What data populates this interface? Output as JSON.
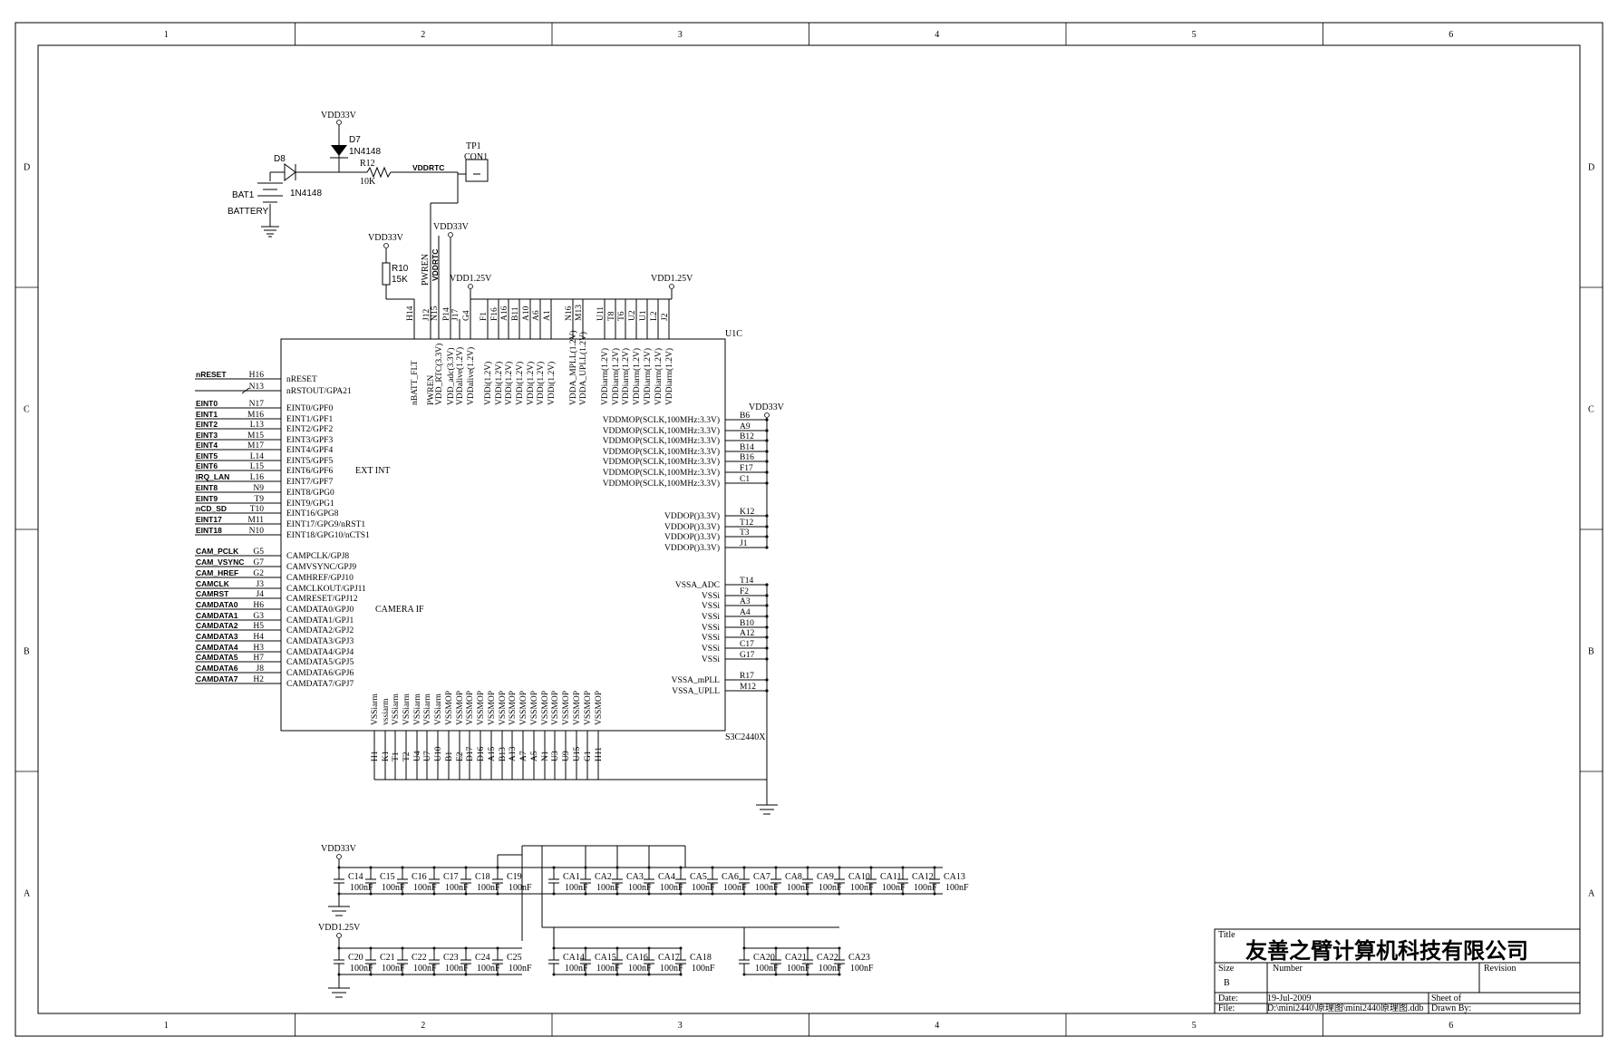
{
  "frame": {
    "columns": [
      "1",
      "2",
      "3",
      "4",
      "5",
      "6"
    ],
    "rows": [
      "D",
      "C",
      "B",
      "A"
    ]
  },
  "power": {
    "vdd33": "VDD33V",
    "vdd125": "VDD1.25V",
    "vddrtc": "VDDRTC",
    "pwren": "PWREN"
  },
  "rtc": {
    "d7": "D7",
    "d7_part": "1N4148",
    "d8": "D8",
    "d8_part": "1N4148",
    "r12": "R12",
    "r12_val": "10K",
    "bat": "BAT1",
    "bat_val": "BATTERY",
    "tp": "TP1",
    "tp_val": "CON1",
    "r10": "R10",
    "r10_val": "15K"
  },
  "chip": {
    "ref": "U1C",
    "part": "S3C2440X",
    "ext_int": "EXT INT",
    "camera_if": "CAMERA IF"
  },
  "left_pins": [
    {
      "net": "nRESET",
      "num": "H16",
      "name": "nRESET"
    },
    {
      "net": "",
      "num": "N13",
      "name": "nRSTOUT/GPA21"
    },
    {
      "net": "EINT0",
      "num": "N17",
      "name": "EINT0/GPF0"
    },
    {
      "net": "EINT1",
      "num": "M16",
      "name": "EINT1/GPF1"
    },
    {
      "net": "EINT2",
      "num": "L13",
      "name": "EINT2/GPF2"
    },
    {
      "net": "EINT3",
      "num": "M15",
      "name": "EINT3/GPF3"
    },
    {
      "net": "EINT4",
      "num": "M17",
      "name": "EINT4/GPF4"
    },
    {
      "net": "EINT5",
      "num": "L14",
      "name": "EINT5/GPF5"
    },
    {
      "net": "EINT6",
      "num": "L15",
      "name": "EINT6/GPF6"
    },
    {
      "net": "IRQ_LAN",
      "num": "L16",
      "name": "EINT7/GPF7"
    },
    {
      "net": "EINT8",
      "num": "N9",
      "name": "EINT8/GPG0"
    },
    {
      "net": "EINT9",
      "num": "T9",
      "name": "EINT9/GPG1"
    },
    {
      "net": "nCD_SD",
      "num": "T10",
      "name": "EINT16/GPG8"
    },
    {
      "net": "EINT17",
      "num": "M11",
      "name": "EINT17/GPG9/nRST1"
    },
    {
      "net": "EINT18",
      "num": "N10",
      "name": "EINT18/GPG10/nCTS1"
    },
    {
      "net": "CAM_PCLK",
      "num": "G5",
      "name": "CAMPCLK/GPJ8"
    },
    {
      "net": "CAM_VSYNC",
      "num": "G7",
      "name": "CAMVSYNC/GPJ9"
    },
    {
      "net": "CAM_HREF",
      "num": "G2",
      "name": "CAMHREF/GPJ10"
    },
    {
      "net": "CAMCLK",
      "num": "J3",
      "name": "CAMCLKOUT/GPJ11"
    },
    {
      "net": "CAMRST",
      "num": "J4",
      "name": "CAMRESET/GPJ12"
    },
    {
      "net": "CAMDATA0",
      "num": "H6",
      "name": "CAMDATA0/GPJ0"
    },
    {
      "net": "CAMDATA1",
      "num": "G3",
      "name": "CAMDATA1/GPJ1"
    },
    {
      "net": "CAMDATA2",
      "num": "H5",
      "name": "CAMDATA2/GPJ2"
    },
    {
      "net": "CAMDATA3",
      "num": "H4",
      "name": "CAMDATA3/GPJ3"
    },
    {
      "net": "CAMDATA4",
      "num": "H3",
      "name": "CAMDATA4/GPJ4"
    },
    {
      "net": "CAMDATA5",
      "num": "H7",
      "name": "CAMDATA5/GPJ5"
    },
    {
      "net": "CAMDATA6",
      "num": "J8",
      "name": "CAMDATA6/GPJ6"
    },
    {
      "net": "CAMDATA7",
      "num": "H2",
      "name": "CAMDATA7/GPJ7"
    }
  ],
  "right_pins": [
    {
      "num": "B6",
      "name": "VDDMOP(SCLK,100MHz:3.3V)"
    },
    {
      "num": "A9",
      "name": "VDDMOP(SCLK,100MHz:3.3V)"
    },
    {
      "num": "B12",
      "name": "VDDMOP(SCLK,100MHz:3.3V)"
    },
    {
      "num": "B14",
      "name": "VDDMOP(SCLK,100MHz:3.3V)"
    },
    {
      "num": "B16",
      "name": "VDDMOP(SCLK,100MHz:3.3V)"
    },
    {
      "num": "F17",
      "name": "VDDMOP(SCLK,100MHz:3.3V)"
    },
    {
      "num": "C1",
      "name": "VDDMOP(SCLK,100MHz:3.3V)"
    },
    {
      "num": "K12",
      "name": "VDDOP()3.3V)"
    },
    {
      "num": "T12",
      "name": "VDDOP()3.3V)"
    },
    {
      "num": "T3",
      "name": "VDDOP()3.3V)"
    },
    {
      "num": "J1",
      "name": "VDDOP()3.3V)"
    },
    {
      "num": "T14",
      "name": "VSSA_ADC"
    },
    {
      "num": "F2",
      "name": "VSSi"
    },
    {
      "num": "A3",
      "name": "VSSi"
    },
    {
      "num": "A4",
      "name": "VSSi"
    },
    {
      "num": "B10",
      "name": "VSSi"
    },
    {
      "num": "A12",
      "name": "VSSi"
    },
    {
      "num": "C17",
      "name": "VSSi"
    },
    {
      "num": "G17",
      "name": "VSSi"
    },
    {
      "num": "R17",
      "name": "VSSA_mPLL"
    },
    {
      "num": "M12",
      "name": "VSSA_UPLL"
    }
  ],
  "top_pins": [
    {
      "num": "H14",
      "name": "nBATT_FLT"
    },
    {
      "num": "J12",
      "name": "PWREN"
    },
    {
      "num": "N15",
      "name": "VDD_RTC(3.3V)"
    },
    {
      "num": "P14",
      "name": "VDD_adc(3.3V)"
    },
    {
      "num": "J17",
      "name": "VDDalive(1.2V)"
    },
    {
      "num": "G4",
      "name": "VDDalive(1.2V)"
    },
    {
      "num": "F1",
      "name": "VDDi(1.2V)"
    },
    {
      "num": "F16",
      "name": "VDDi(1.2V)"
    },
    {
      "num": "A16",
      "name": "VDDi(1.2V)"
    },
    {
      "num": "B11",
      "name": "VDDi(1.2V)"
    },
    {
      "num": "A10",
      "name": "VDDi(1.2V)"
    },
    {
      "num": "A6",
      "name": "VDDi(1.2V)"
    },
    {
      "num": "A1",
      "name": "VDDi(1.2V)"
    },
    {
      "num": "N16",
      "name": "VDDA_MPLL(1.2V)"
    },
    {
      "num": "M13",
      "name": "VDDA_UPLL(1.2V)"
    },
    {
      "num": "U11",
      "name": "VDDiarm(1.2V)"
    },
    {
      "num": "T8",
      "name": "VDDiarm(1.2V)"
    },
    {
      "num": "T6",
      "name": "VDDiarm(1.2V)"
    },
    {
      "num": "U2",
      "name": "VDDiarm(1.2V)"
    },
    {
      "num": "U1",
      "name": "VDDiarm(1.2V)"
    },
    {
      "num": "L2",
      "name": "VDDiarm(1.2V)"
    },
    {
      "num": "J2",
      "name": "VDDiarm(1.2V)"
    }
  ],
  "bottom_pins": [
    {
      "num": "H1",
      "name": "VSSiarm"
    },
    {
      "num": "K1",
      "name": "vssiarm"
    },
    {
      "num": "T1",
      "name": "VSSiarm"
    },
    {
      "num": "T2",
      "name": "VSSiarm"
    },
    {
      "num": "U4",
      "name": "VSSiarm"
    },
    {
      "num": "U7",
      "name": "VSSiarm"
    },
    {
      "num": "U10",
      "name": "VSSiarm"
    },
    {
      "num": "B1",
      "name": "VSSMOP"
    },
    {
      "num": "E2",
      "name": "VSSMOP"
    },
    {
      "num": "D17",
      "name": "VSSMOP"
    },
    {
      "num": "D16",
      "name": "VSSMOP"
    },
    {
      "num": "A15",
      "name": "VSSMOP"
    },
    {
      "num": "B13",
      "name": "VSSMOP"
    },
    {
      "num": "A13",
      "name": "VSSMOP"
    },
    {
      "num": "A7",
      "name": "VSSMOP"
    },
    {
      "num": "A5",
      "name": "VSSMOP"
    },
    {
      "num": "N1",
      "name": "VSSMOP"
    },
    {
      "num": "U3",
      "name": "VSSMOP"
    },
    {
      "num": "U9",
      "name": "VSSMOP"
    },
    {
      "num": "U15",
      "name": "VSSMOP"
    },
    {
      "num": "G1",
      "name": "VSSMOP"
    },
    {
      "num": "H11",
      "name": "VSSMOP"
    }
  ],
  "caps_row1_left": [
    {
      "ref": "C14",
      "val": "100nF"
    },
    {
      "ref": "C15",
      "val": "100nF"
    },
    {
      "ref": "C16",
      "val": "100nF"
    },
    {
      "ref": "C17",
      "val": "100nF"
    },
    {
      "ref": "C18",
      "val": "100nF"
    },
    {
      "ref": "C19",
      "val": "100nF"
    }
  ],
  "caps_row1_right": [
    {
      "ref": "CA1",
      "val": "100nF"
    },
    {
      "ref": "CA2",
      "val": "100nF"
    },
    {
      "ref": "CA3",
      "val": "100nF"
    },
    {
      "ref": "CA4",
      "val": "100nF"
    },
    {
      "ref": "CA5",
      "val": "100nF"
    },
    {
      "ref": "CA6",
      "val": "100nF"
    },
    {
      "ref": "CA7",
      "val": "100nF"
    },
    {
      "ref": "CA8",
      "val": "100nF"
    },
    {
      "ref": "CA9",
      "val": "100nF"
    },
    {
      "ref": "CA10",
      "val": "100nF"
    },
    {
      "ref": "CA11",
      "val": "100nF"
    },
    {
      "ref": "CA12",
      "val": "100nF"
    },
    {
      "ref": "CA13",
      "val": "100nF"
    }
  ],
  "caps_row2_left": [
    {
      "ref": "C20",
      "val": "100nF"
    },
    {
      "ref": "C21",
      "val": "100nF"
    },
    {
      "ref": "C22",
      "val": "100nF"
    },
    {
      "ref": "C23",
      "val": "100nF"
    },
    {
      "ref": "C24",
      "val": "100nF"
    },
    {
      "ref": "C25",
      "val": "100nF"
    }
  ],
  "caps_row2_right": [
    {
      "ref": "CA14",
      "val": "100nF"
    },
    {
      "ref": "CA15",
      "val": "100nF"
    },
    {
      "ref": "CA16",
      "val": "100nF"
    },
    {
      "ref": "CA17",
      "val": "100nF"
    },
    {
      "ref": "CA18",
      "val": "100nF"
    }
  ],
  "caps_row2_far": [
    {
      "ref": "CA20",
      "val": "100nF"
    },
    {
      "ref": "CA21",
      "val": "100nF"
    },
    {
      "ref": "CA22",
      "val": "100nF"
    },
    {
      "ref": "CA23",
      "val": "100nF"
    }
  ],
  "title_block": {
    "title_label": "Title",
    "title": "友善之臂计算机科技有限公司",
    "size_label": "Size",
    "size": "B",
    "number_label": "Number",
    "revision_label": "Revision",
    "date_label": "Date:",
    "date": "19-Jul-2009",
    "sheet_label": "Sheet    of",
    "file_label": "File:",
    "file": "D:\\mini2440\\原理图\\mini2440原理图.ddb",
    "drawn_label": "Drawn By:"
  }
}
